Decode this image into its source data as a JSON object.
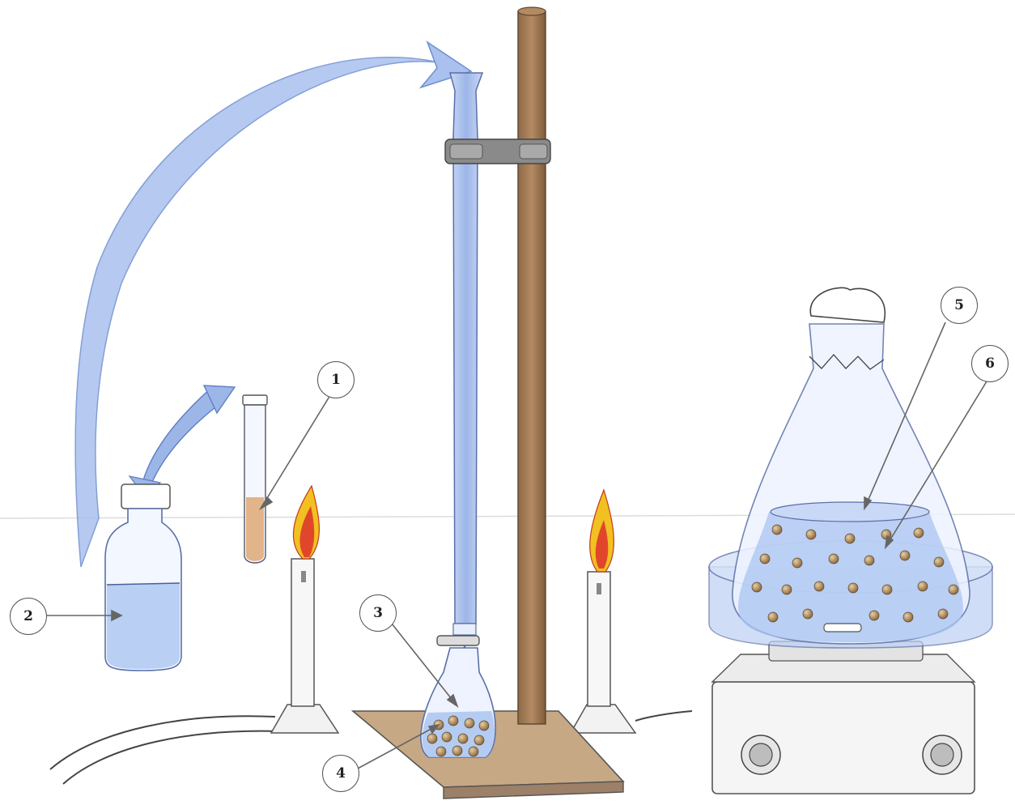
{
  "labels": {
    "l1": "1",
    "l2": "2",
    "l3": "3",
    "l4": "4",
    "l5": "5",
    "l6": "6"
  },
  "colors": {
    "tube": "#9db6e8",
    "tube_edge": "#6f8fd0",
    "rod": "#a07a55",
    "liquid": "#aac4f0",
    "culture": "#e2b48a",
    "bead": "#b08a55",
    "flame_red": "#e0472a",
    "flame_yellow": "#f2c020",
    "pencil": "#555555"
  }
}
